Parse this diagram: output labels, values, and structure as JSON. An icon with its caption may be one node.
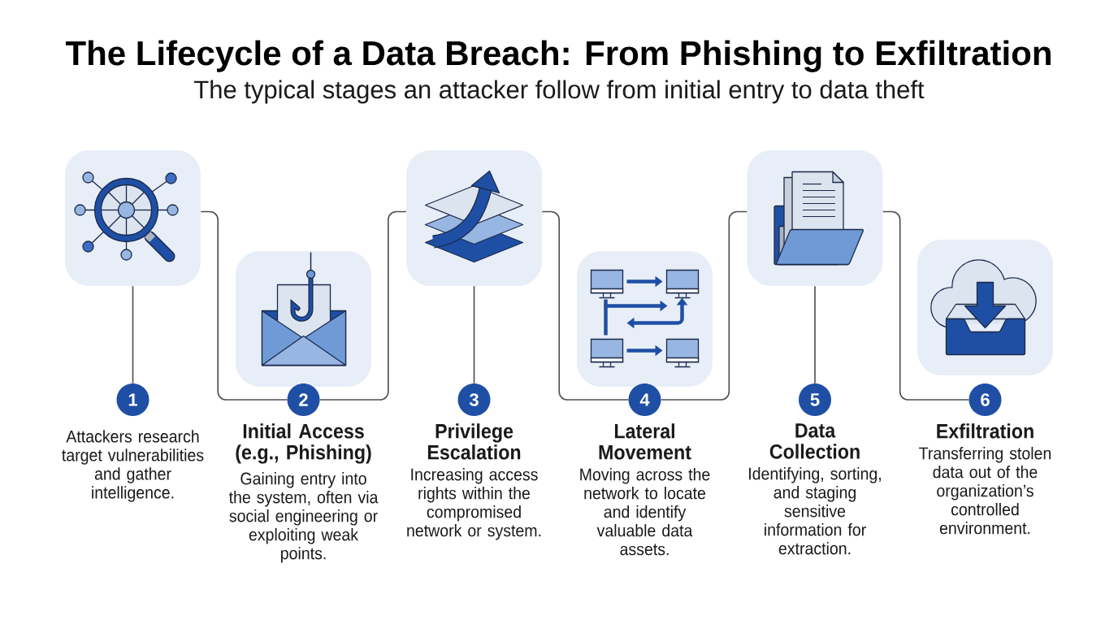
{
  "diagram": {
    "title": "The Lifecycle of a Data Breach: From Phishing to Exfiltration",
    "nodes": [
      {
        "text": [],
        "shape": "picture"
      },
      {
        "text": [
          "1"
        ],
        "beside": [
          "Attackers research target vulnerabilities and gather intelligence."
        ]
      },
      {
        "text": [],
        "shape": "picture"
      },
      {
        "text": [
          "2"
        ],
        "beside": [
          "Initial Access (e.g., Phishing)",
          "Gaining entry into the system, often via social engineering or exploiting weak points."
        ]
      },
      {
        "text": [],
        "shape": "picture"
      },
      {
        "text": [
          "3"
        ],
        "beside": [
          "Privilege Escalation",
          "Increasing access rights within the compromised network or system."
        ]
      },
      {
        "text": [],
        "shape": "picture"
      },
      {
        "text": [
          "4"
        ],
        "beside": [
          "Lateral Movement",
          "Moving across the network to locate and identify valuable data assets."
        ]
      },
      {
        "text": [],
        "shape": "picture"
      },
      {
        "text": [
          "5"
        ],
        "beside": [
          "Data Collection",
          "Identifying, sorting, and staging sensitive information for extraction."
        ]
      },
      {
        "text": [],
        "shape": "picture"
      },
      {
        "text": [
          "6"
        ],
        "beside": [
          "Exfiltration",
          "Transferring stolen data out of the organization’s controlled environment."
        ]
      }
    ],
    "edges": [
      {
        "from": 0,
        "to": 1,
        "arrow": "none"
      },
      {
        "from": 0,
        "to": 3,
        "arrow": "none"
      },
      {
        "from": 3,
        "to": 4,
        "arrow": "none"
      },
      {
        "from": 4,
        "to": 5,
        "arrow": "none"
      },
      {
        "from": 4,
        "to": 7,
        "arrow": "none"
      },
      {
        "from": 7,
        "to": 8,
        "arrow": "none"
      },
      {
        "from": 8,
        "to": 9,
        "arrow": "none"
      },
      {
        "from": 8,
        "to": 11,
        "arrow": "none"
      }
    ],
    "labels": [
      "The typical stages an attacker follow from initial entry to data theft"
    ]
  }
}
